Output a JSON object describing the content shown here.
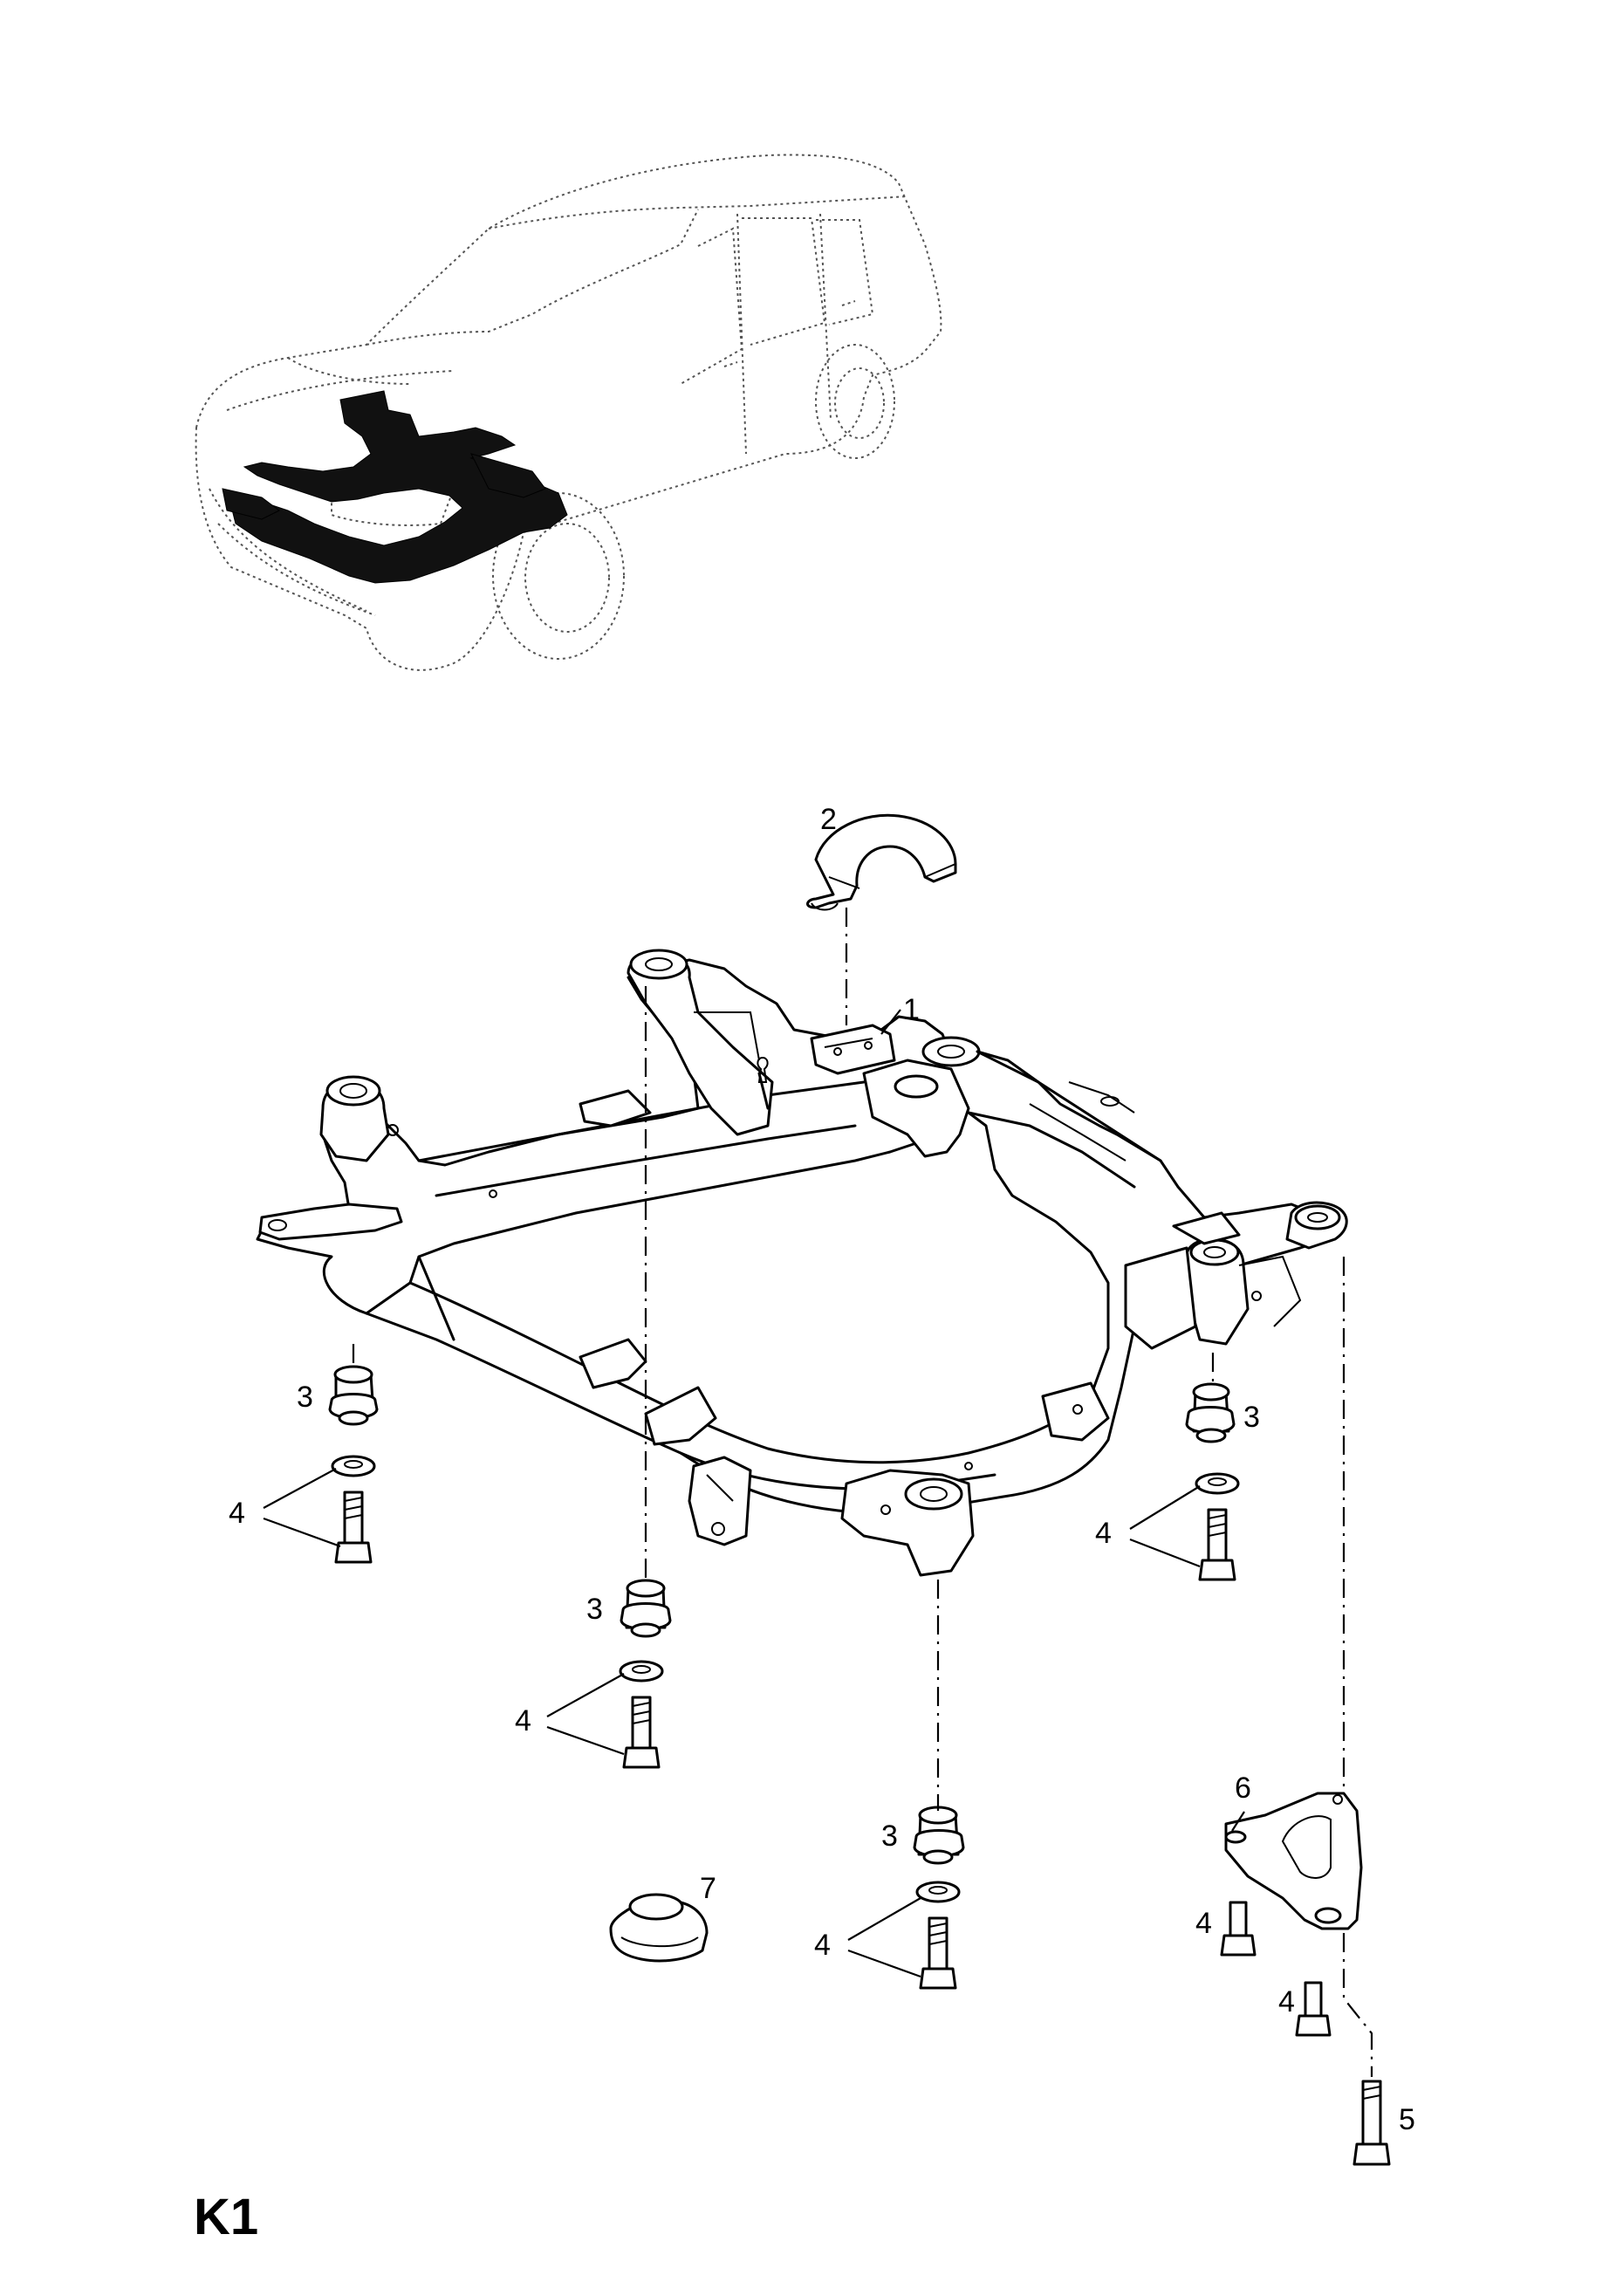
{
  "sheet": {
    "code": "K1"
  },
  "callouts": [
    {
      "id": "c1",
      "label": "1"
    },
    {
      "id": "c2",
      "label": "2"
    },
    {
      "id": "c3a",
      "label": "3"
    },
    {
      "id": "c3b",
      "label": "3"
    },
    {
      "id": "c3c",
      "label": "3"
    },
    {
      "id": "c3d",
      "label": "3"
    },
    {
      "id": "c4a",
      "label": "4"
    },
    {
      "id": "c4b",
      "label": "4"
    },
    {
      "id": "c4c",
      "label": "4"
    },
    {
      "id": "c4d",
      "label": "4"
    },
    {
      "id": "c4e",
      "label": "4"
    },
    {
      "id": "c4f",
      "label": "4"
    },
    {
      "id": "c5",
      "label": "5"
    },
    {
      "id": "c6",
      "label": "6"
    },
    {
      "id": "c7",
      "label": "7"
    }
  ]
}
